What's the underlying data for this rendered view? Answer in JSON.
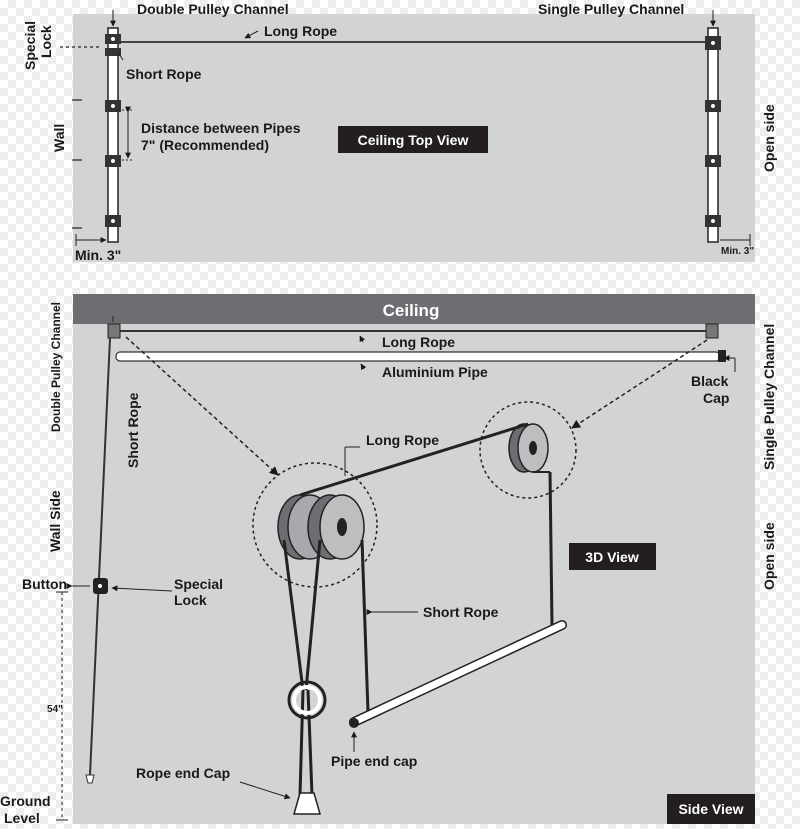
{
  "top_view": {
    "title": "Ceiling Top View",
    "double_pulley_channel": "Double Pulley Channel",
    "single_pulley_channel": "Single Pulley Channel",
    "long_rope": "Long Rope",
    "short_rope": "Short Rope",
    "distance_line1": "Distance between Pipes",
    "distance_line2": "7\" (Recommended)",
    "special_lock_line1": "Special",
    "special_lock_line2": "Lock",
    "wall": "Wall",
    "open_side": "Open side",
    "min_left": "Min. 3\"",
    "min_right": "Min. 3\""
  },
  "side_view": {
    "ceiling": "Ceiling",
    "long_rope": "Long Rope",
    "aluminium_pipe": "Aluminium Pipe",
    "black_cap_line1": "Black",
    "black_cap_line2": "Cap",
    "double_pulley_channel": "Double Pulley Channel",
    "single_pulley_channel": "Single Pulley Channel",
    "short_rope_vertical": "Short Rope",
    "long_rope_detail": "Long Rope",
    "wall_side": "Wall Side",
    "open_side": "Open side",
    "view_3d": "3D View",
    "button": "Button",
    "special_lock_line1": "Special",
    "special_lock_line2": "Lock",
    "short_rope": "Short Rope",
    "height": "54\"",
    "rope_end_cap": "Rope end Cap",
    "pipe_end_cap": "Pipe end cap",
    "ground_level_line1": "Ground",
    "ground_level_line2": "Level",
    "title": "Side View"
  },
  "colors": {
    "panel": "#d1d3d4",
    "ceiling_bar": "#6d6e71",
    "label_box": "#231f20",
    "pulley": "#8a8a8a"
  }
}
